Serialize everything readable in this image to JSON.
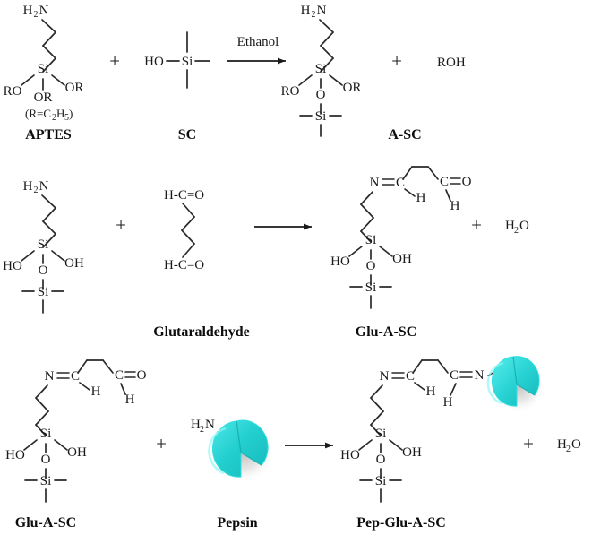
{
  "figure": {
    "type": "chemical-reaction-scheme",
    "title": "",
    "background_color": "#ffffff",
    "ink_color": "#1a1a1a",
    "protein_color": "#2fd6d6",
    "protein_shadow_color": "#9a9a9a"
  },
  "reactions": [
    {
      "id": "reaction-1",
      "reactants": [
        {
          "id": "aptes",
          "label": "APTES",
          "annotation": "(R=C2H5)",
          "annotation_parts": {
            "prefix": "(R=C",
            "sub1": "2",
            "mid": "H",
            "sub2": "5",
            "suffix": ")"
          },
          "atoms": [
            "H2N",
            "Si",
            "RO",
            "OR",
            "OR"
          ],
          "amine": {
            "main": "H",
            "sub": "2",
            "tail": "N"
          }
        },
        {
          "id": "sc",
          "label": "SC",
          "atoms": [
            "HO",
            "Si"
          ]
        }
      ],
      "condition": "Ethanol",
      "products": [
        {
          "id": "a-sc",
          "label": "A-SC",
          "atoms": [
            "H2N",
            "Si",
            "RO",
            "OR",
            "O",
            "Si"
          ],
          "amine": {
            "main": "H",
            "sub": "2",
            "tail": "N"
          }
        },
        {
          "id": "roh",
          "label": "",
          "formula": "ROH"
        }
      ],
      "plus_signs": [
        "+",
        "+"
      ]
    },
    {
      "id": "reaction-2",
      "reactants": [
        {
          "id": "a-sc-hydrolyzed",
          "label": "",
          "atoms": [
            "H2N",
            "Si",
            "HO",
            "OH",
            "O",
            "Si"
          ],
          "amine": {
            "main": "H",
            "sub": "2",
            "tail": "N"
          }
        },
        {
          "id": "glutaraldehyde",
          "label": "Glutaraldehyde",
          "atoms": [
            "H-C=O",
            "H-C=O"
          ]
        }
      ],
      "condition": "",
      "products": [
        {
          "id": "glu-a-sc",
          "label": "Glu-A-SC",
          "atoms": [
            "N",
            "C",
            "H",
            "C",
            "O",
            "H",
            "Si",
            "HO",
            "OH",
            "O",
            "Si"
          ]
        },
        {
          "id": "water-1",
          "label": "",
          "formula": {
            "main": "H",
            "sub": "2",
            "tail": "O"
          }
        }
      ],
      "plus_signs": [
        "+",
        "+"
      ]
    },
    {
      "id": "reaction-3",
      "reactants": [
        {
          "id": "glu-a-sc-reactant",
          "label": "Glu-A-SC",
          "atoms": [
            "N",
            "C",
            "H",
            "C",
            "O",
            "H",
            "Si",
            "HO",
            "OH",
            "O",
            "Si"
          ]
        },
        {
          "id": "pepsin",
          "label": "Pepsin",
          "amine": {
            "main": "H",
            "sub": "2",
            "tail": "N"
          },
          "shape": "protein-blob"
        }
      ],
      "condition": "",
      "products": [
        {
          "id": "pep-glu-a-sc",
          "label": "Pep-Glu-A-SC",
          "atoms": [
            "N",
            "C",
            "H",
            "C",
            "N",
            "H",
            "Si",
            "HO",
            "OH",
            "O",
            "Si"
          ],
          "shape": "protein-blob"
        },
        {
          "id": "water-2",
          "label": "",
          "formula": {
            "main": "H",
            "sub": "2",
            "tail": "O"
          }
        }
      ],
      "plus_signs": [
        "+",
        "+"
      ]
    }
  ],
  "labels": {
    "aptes": "APTES",
    "sc": "SC",
    "a_sc": "A-SC",
    "glutaraldehyde": "Glutaraldehyde",
    "glu_a_sc_product": "Glu-A-SC",
    "glu_a_sc_reactant": "Glu-A-SC",
    "pepsin": "Pepsin",
    "pep_glu_a_sc": "Pep-Glu-A-SC"
  },
  "text": {
    "ethanol": "Ethanol",
    "roh": "ROH",
    "plus": "+",
    "h": "H",
    "two": "2",
    "n": "N",
    "o": "O",
    "si": "Si",
    "ho": "HO",
    "oh": "OH",
    "ro": "RO",
    "or": "OR",
    "hco": "H-C=O",
    "r_note_prefix": "(R=C",
    "r_note_mid": "H",
    "r_note_suffix": ")",
    "r_note_sub1": "2",
    "r_note_sub2": "5",
    "c": "C"
  }
}
